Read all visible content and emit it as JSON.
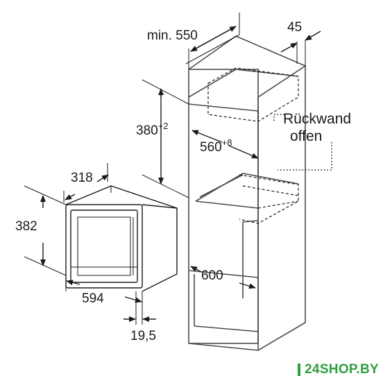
{
  "dimensions": {
    "cabinet_depth": "min. 550",
    "panel_thickness": "45",
    "niche_height": "380",
    "niche_height_tol": "+2",
    "niche_width": "560",
    "niche_width_tol": "+8",
    "appliance_depth": "318",
    "appliance_height": "382",
    "appliance_width": "594",
    "front_overhang": "19,5",
    "cabinet_inner_width": "600"
  },
  "note": {
    "line1": "Rückwand",
    "line2": "offen"
  },
  "brand": {
    "text": "24SHOP.BY",
    "color": "#2e9e3e"
  }
}
